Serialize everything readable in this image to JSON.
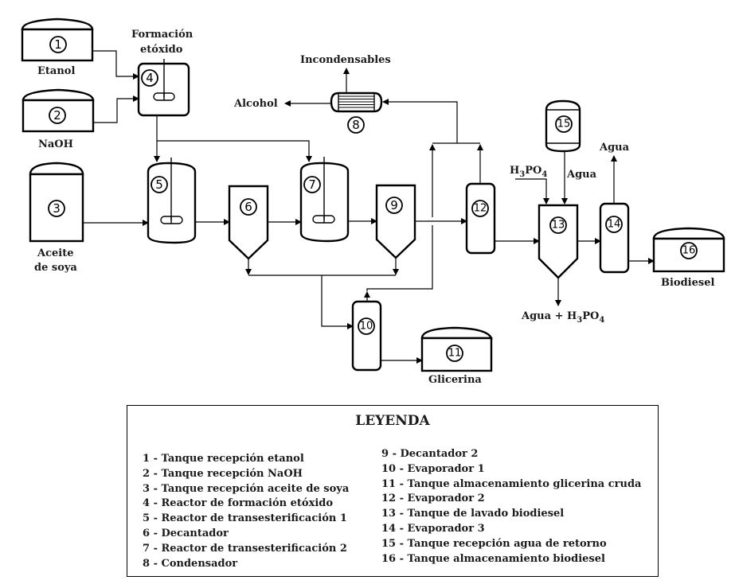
{
  "diagram": {
    "labels": {
      "etanol": "Etanol",
      "naoh": "NaOH",
      "formacion_line1": "Formación",
      "formacion_line2": "etóxido",
      "aceite_line1": "Aceite",
      "aceite_line2": "de soya",
      "incondensables": "Incondensables",
      "alcohol": "Alcohol",
      "h3po4_in": "H3PO4",
      "agua_in": "Agua",
      "agua_out": "Agua",
      "agua_h3po4_out": "Agua + H3PO4",
      "biodiesel": "Biodiesel",
      "glicerina": "Glicerina"
    },
    "equipment_numbers": [
      "1",
      "2",
      "3",
      "4",
      "5",
      "6",
      "7",
      "8",
      "9",
      "10",
      "11",
      "12",
      "13",
      "14",
      "15",
      "16"
    ]
  },
  "legend": {
    "title": "LEYENDA",
    "left_items": [
      "1 - Tanque recepción etanol",
      "2 - Tanque recepción NaOH",
      "3 - Tanque recepción aceite de soya",
      "4 - Reactor de formación etóxido",
      "5 - Reactor de transesterificación 1",
      "6 - Decantador",
      "7 - Reactor de transesterificación 2",
      "8 - Condensador"
    ],
    "right_items": [
      "9 - Decantador 2",
      "10 - Evaporador 1",
      "11 - Tanque almacenamiento glicerina cruda",
      "12 - Evaporador 2",
      "13 - Tanque de lavado biodiesel",
      "14 - Evaporador 3",
      "15 - Tanque recepción agua de retorno",
      "16 - Tanque almacenamiento biodiesel"
    ]
  }
}
